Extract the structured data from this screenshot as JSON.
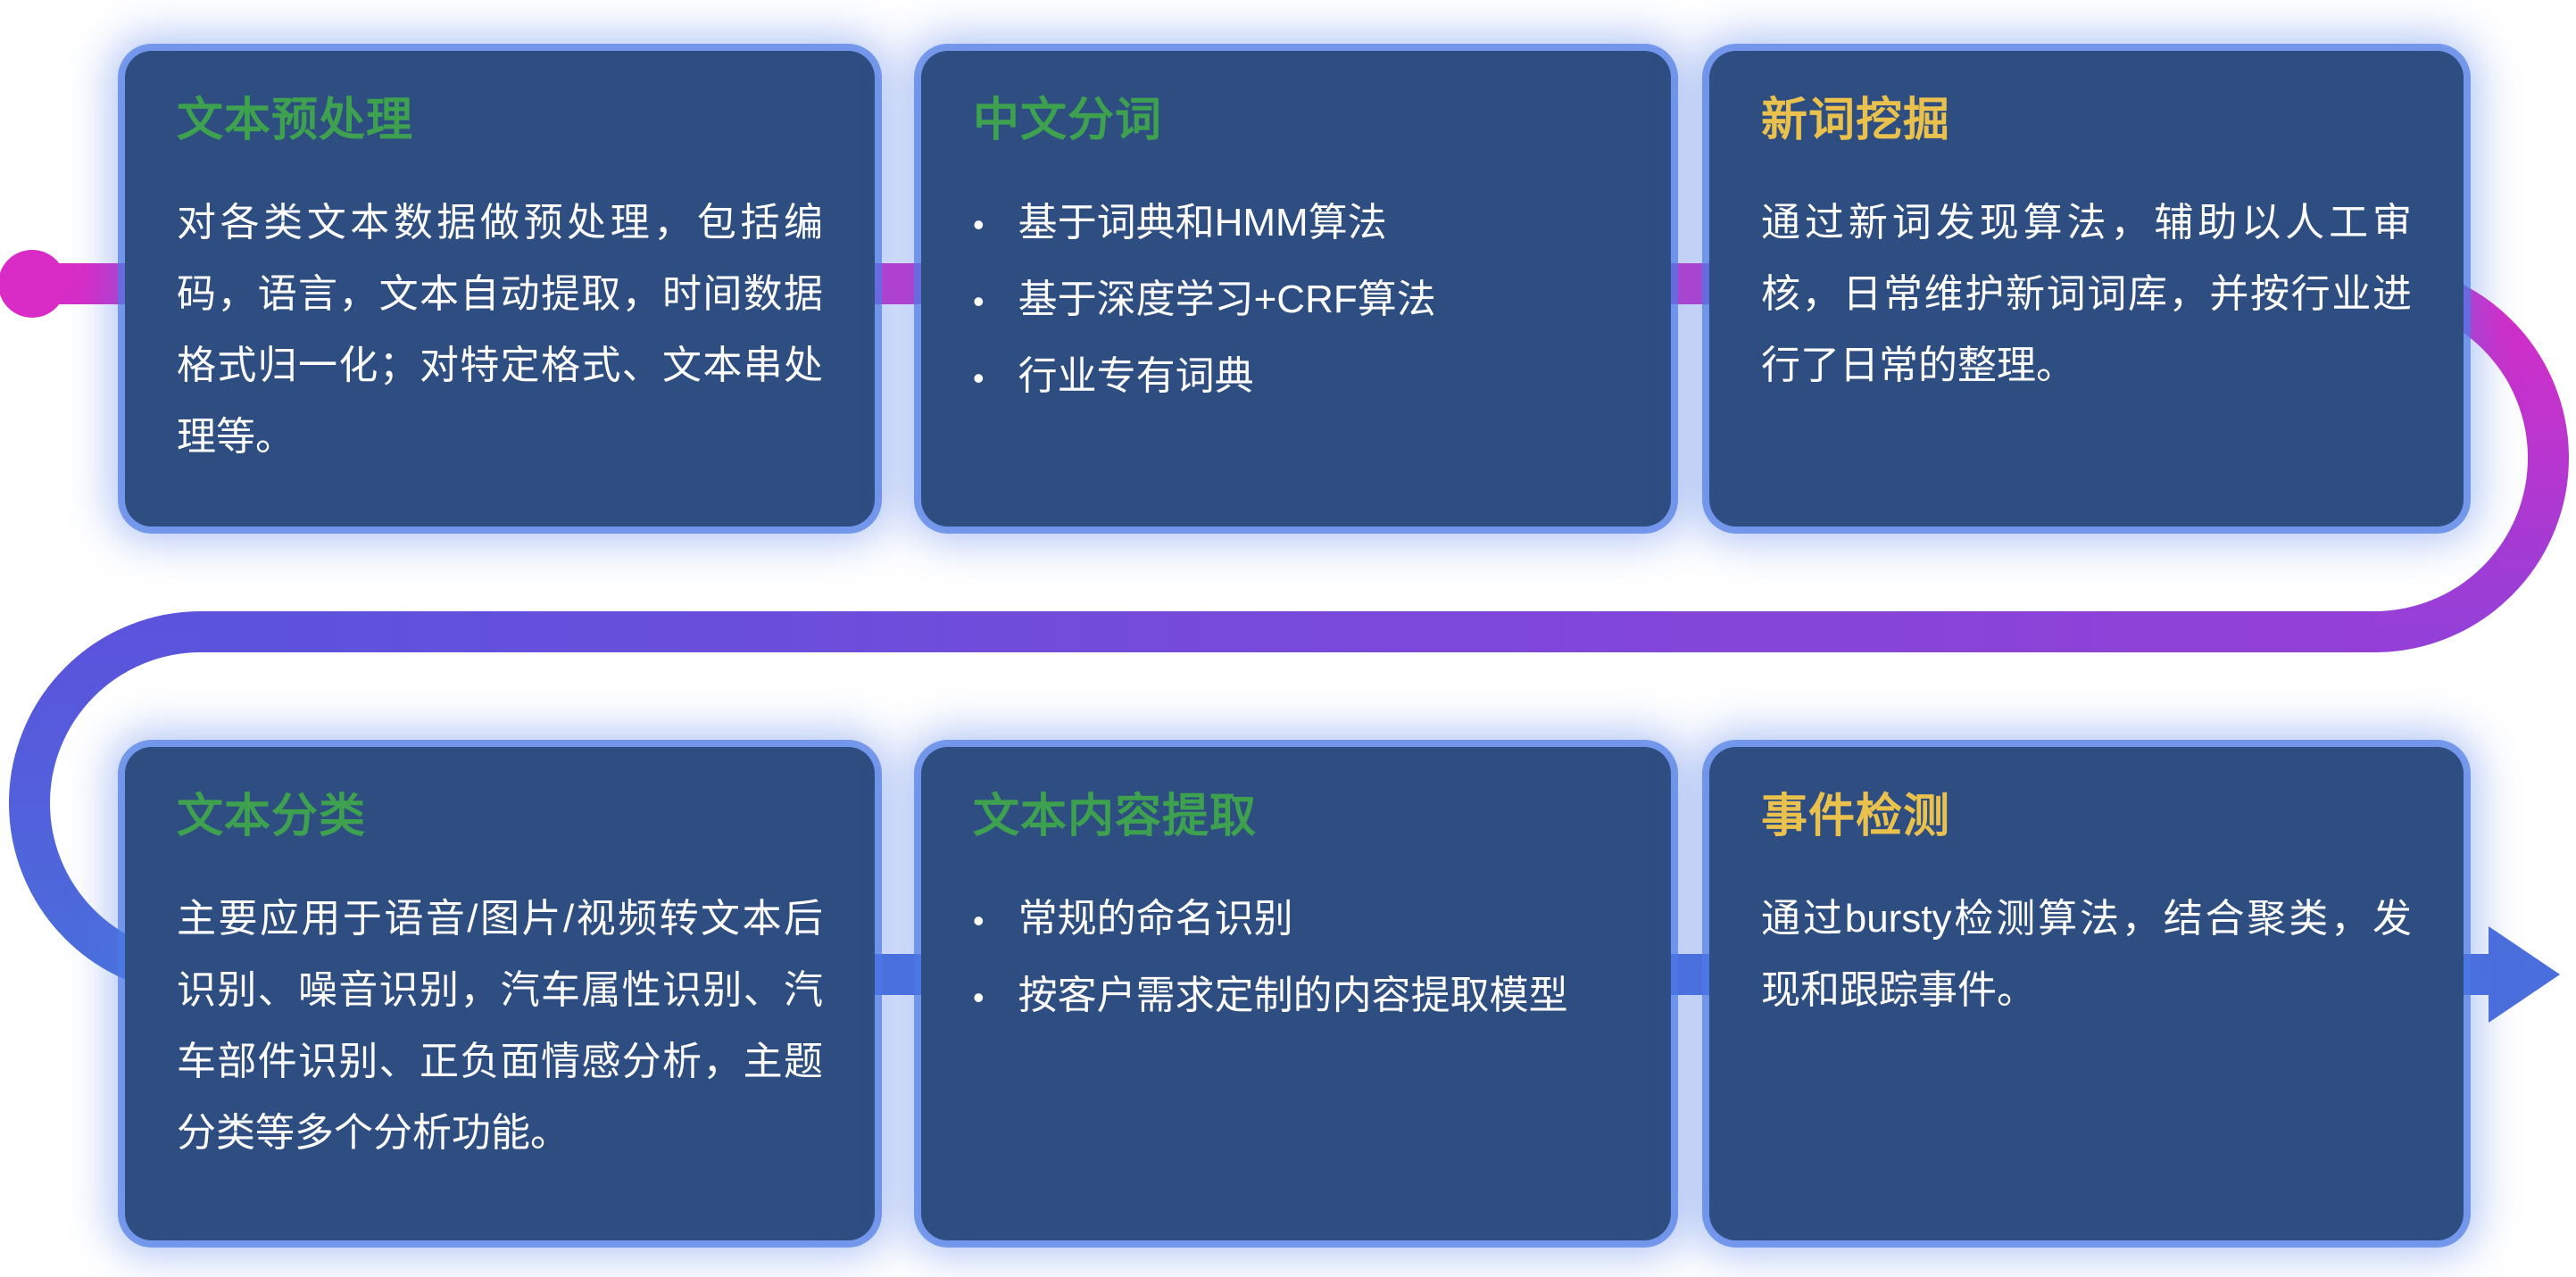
{
  "ui": {
    "bullet_char": "•"
  },
  "flow": {
    "color_magenta": "#d92cc6",
    "color_purple": "#9440d8",
    "color_violet": "#5b53dc",
    "color_blue": "#4a6edb"
  },
  "colors": {
    "card_bg": "#2e4d80",
    "card_glow": "#4d7ae6",
    "body_text": "#ffffff",
    "title_green": "#3da14f",
    "title_yellow": "#e9c14c"
  },
  "cards": [
    {
      "title": "文本预处理",
      "title_color": "#3da14f",
      "body": "对各类文本数据做预处理，包括编码，语言，文本自动提取，时间数据格式归一化；对特定格式、文本串处理等。",
      "bullets": []
    },
    {
      "title": "中文分词",
      "title_color": "#3da14f",
      "body": "",
      "bullets": [
        "基于词典和HMM算法",
        "基于深度学习+CRF算法",
        "行业专有词典"
      ]
    },
    {
      "title": "新词挖掘",
      "title_color": "#e9c14c",
      "body": "通过新词发现算法，辅助以人工审核，日常维护新词词库，并按行业进行了日常的整理。",
      "bullets": []
    },
    {
      "title": "文本分类",
      "title_color": "#3da14f",
      "body": "主要应用于语音/图片/视频转文本后识别、噪音识别，汽车属性识别、汽车部件识别、正负面情感分析，主题分类等多个分析功能。",
      "bullets": []
    },
    {
      "title": "文本内容提取",
      "title_color": "#3da14f",
      "body": "",
      "bullets": [
        "常规的命名识别",
        "按客户需求定制的内容提取模型"
      ]
    },
    {
      "title": "事件检测",
      "title_color": "#e9c14c",
      "body": "通过bursty检测算法，结合聚类，发现和跟踪事件。",
      "bullets": []
    }
  ]
}
